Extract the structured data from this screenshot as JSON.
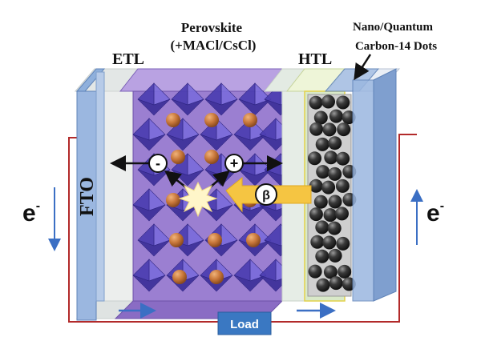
{
  "labels": {
    "etl": "ETL",
    "perovskite_line1": "Perovskite",
    "perovskite_line2": "(+MACl/CsCl)",
    "htl": "HTL",
    "dots_line1": "Nano/Quantum",
    "dots_line2": "Carbon-14 Dots",
    "fto": "FTO",
    "electron_left": "e",
    "electron_left_sup": "-",
    "electron_right": "e",
    "electron_right_sup": "-",
    "minus_sign": "-",
    "plus_sign": "+",
    "beta_symbol": "β",
    "load": "Load"
  },
  "colors": {
    "fto": "#9bb7e0",
    "etl": "#e8eceb",
    "perovskite": "#9b7fd1",
    "octahedra": "#5a4dc0",
    "cation": "#c97a3c",
    "htl": "#d9e9c8",
    "carbon_dots": "#2b2b2b",
    "circuit_wire": "#b22a2a",
    "current_arrow": "#3b6fc4",
    "beta_arrow": "#f5c542",
    "load_box": "#3a78c2"
  }
}
